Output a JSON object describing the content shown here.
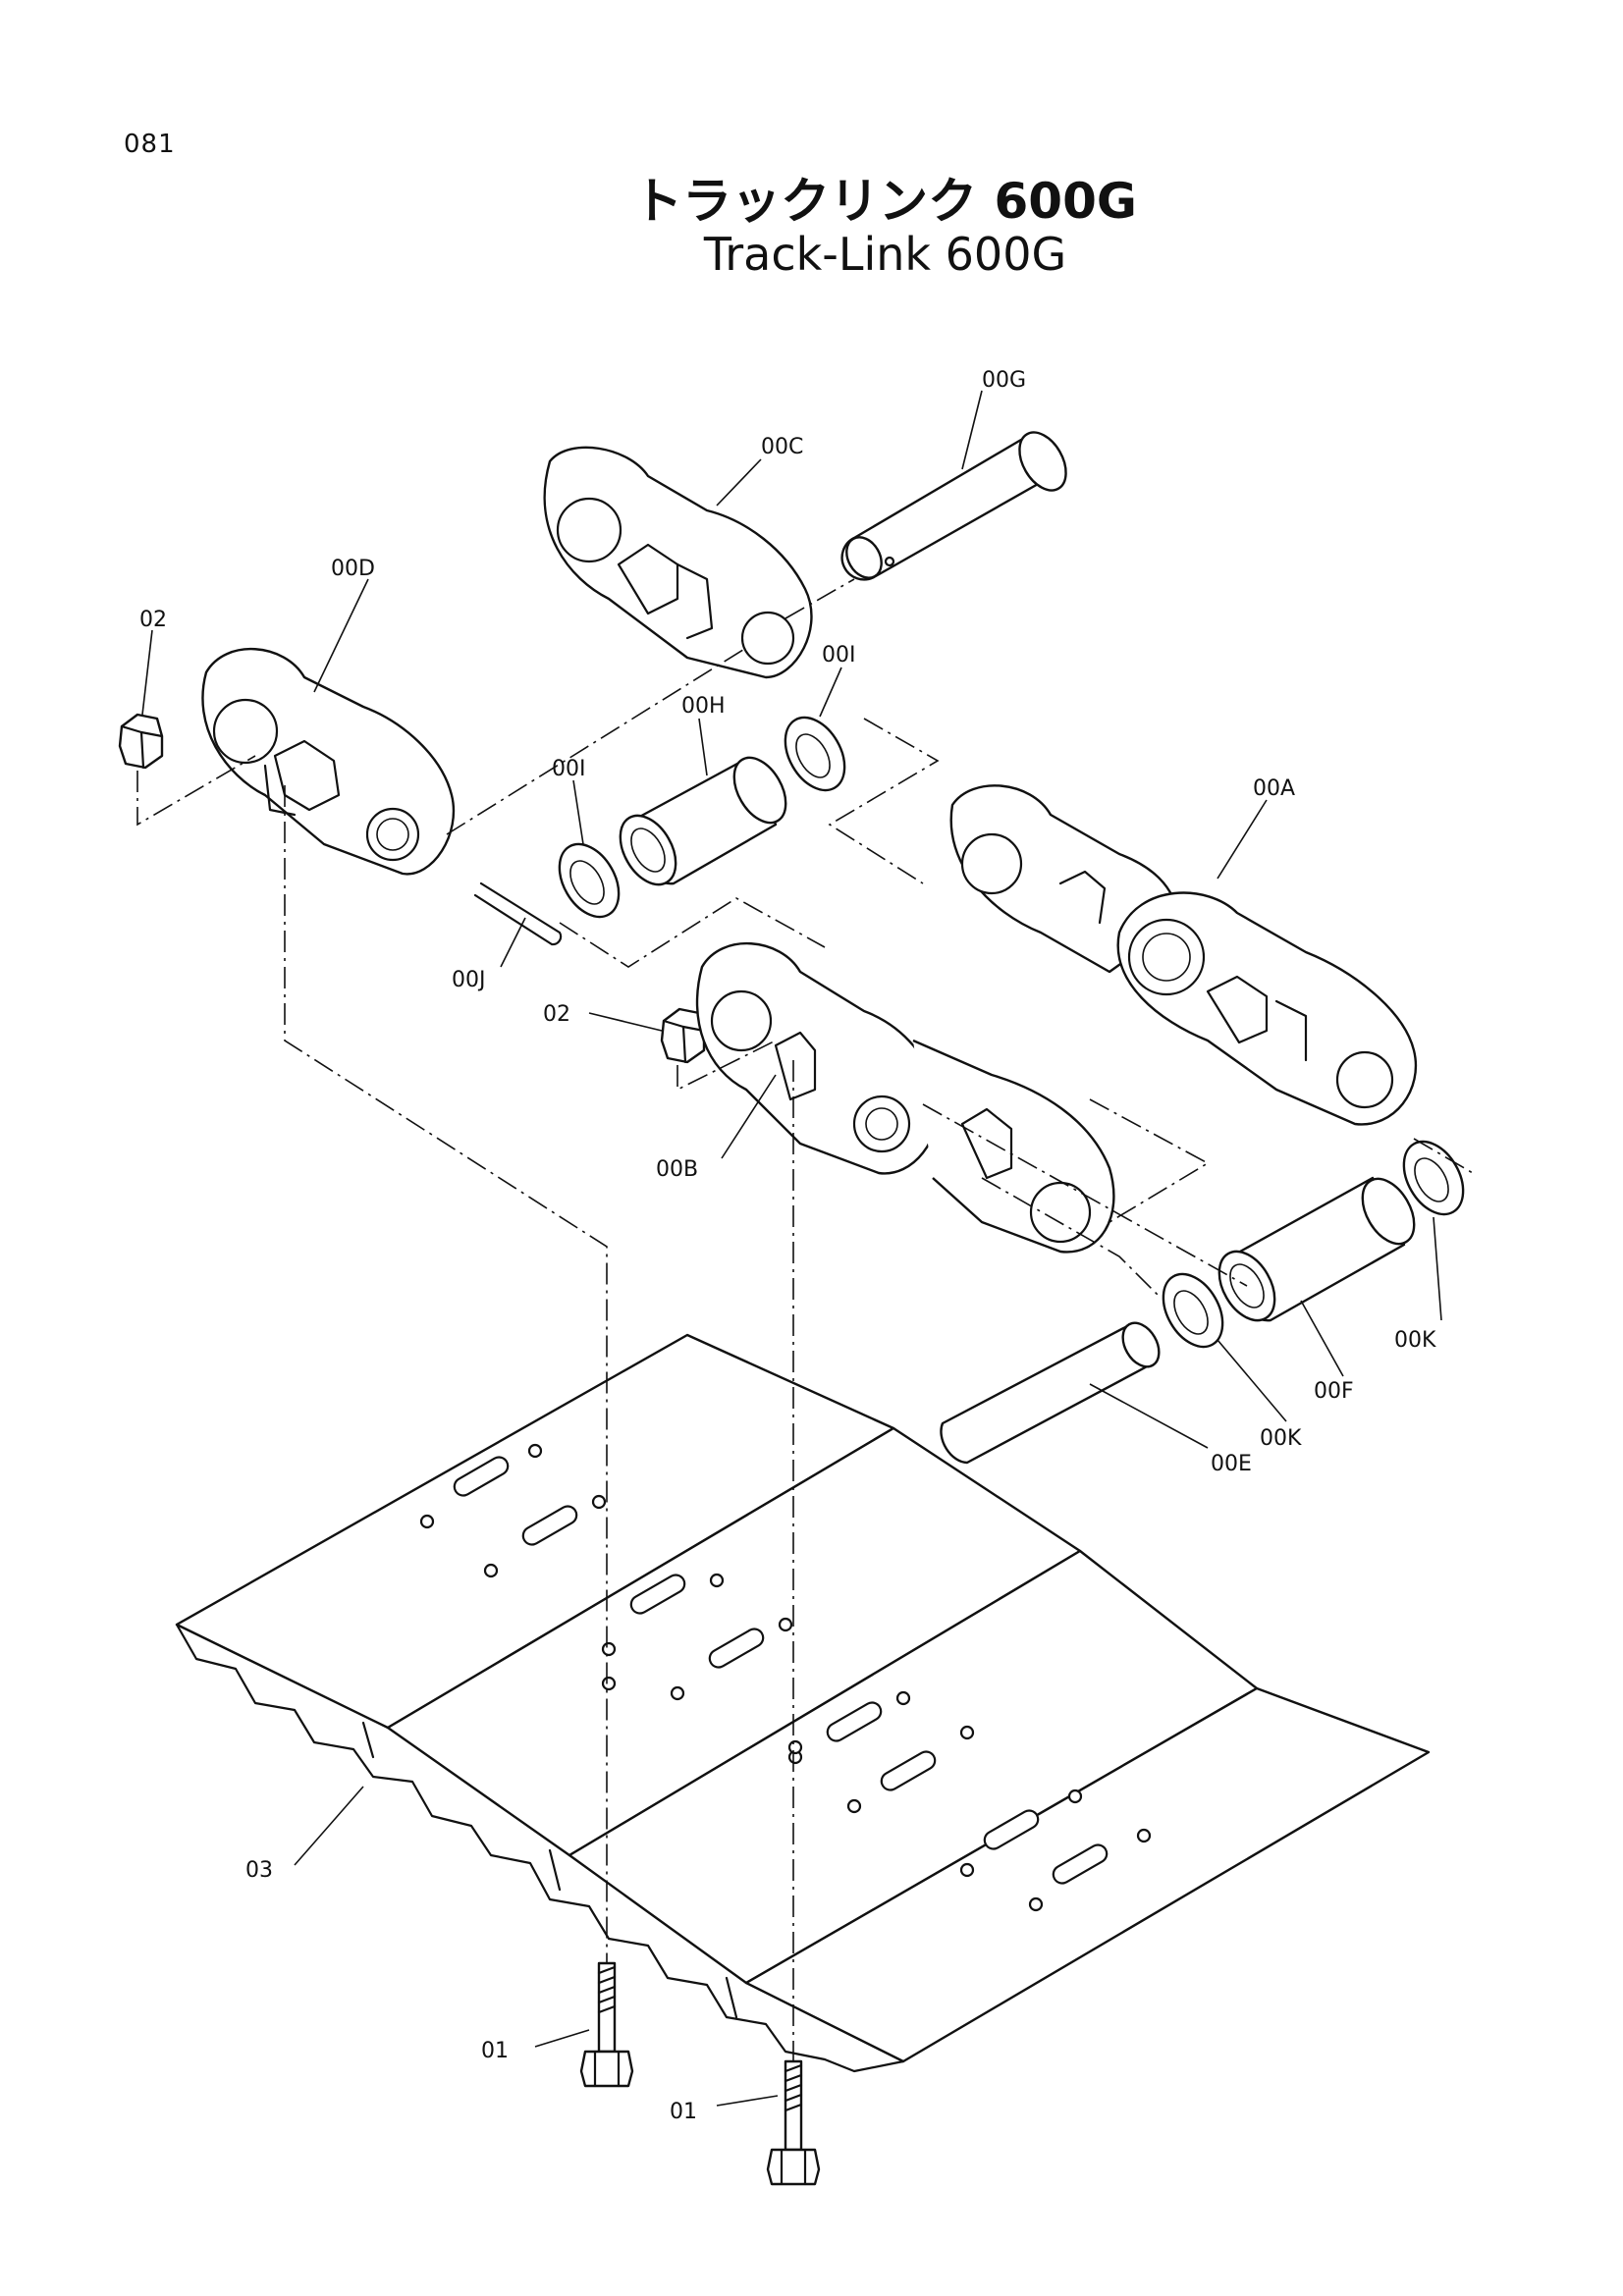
{
  "page_number": "081",
  "title_ja": "トラックリンク 600G",
  "title_en": "Track-Link 600G",
  "labels": {
    "l_00G": "00G",
    "l_00C": "00C",
    "l_00D": "00D",
    "l_02a": "02",
    "l_00I_right": "00I",
    "l_00H": "00H",
    "l_00I_left": "00I",
    "l_00A": "00A",
    "l_00J": "00J",
    "l_02b": "02",
    "l_00B": "00B",
    "l_00K_right": "00K",
    "l_00F": "00F",
    "l_00K_left": "00K",
    "l_00E": "00E",
    "l_03": "03",
    "l_01a": "01",
    "l_01b": "01"
  }
}
